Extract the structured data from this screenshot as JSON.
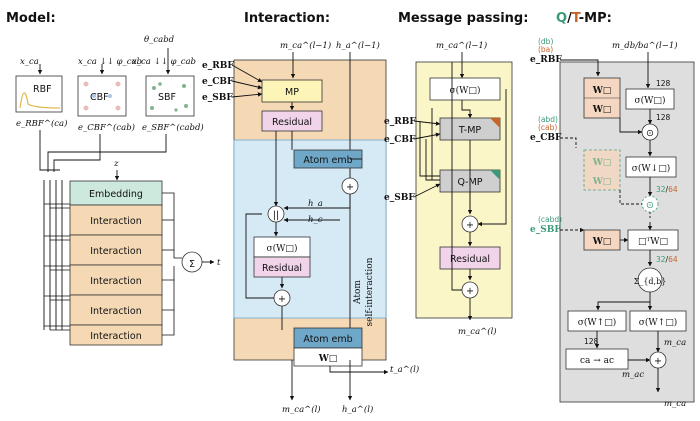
{
  "panels": {
    "model": "Model:",
    "interaction": "Interaction:",
    "message_passing": "Message passing:",
    "qtmp_q": "Q",
    "qtmp_slash": "/",
    "qtmp_t": "T",
    "qtmp_rest": "-MP:"
  },
  "model": {
    "basis": [
      "RBF",
      "CBF",
      "SBF"
    ],
    "inputs": [
      "x_ca",
      "x_ca ↓↓ φ_cab",
      "x_ca ↓↓ φ_cab",
      "θ_cabd"
    ],
    "outputs": [
      "e_RBF^(ca)",
      "e_CBF^(cab)",
      "e_SBF^(cabd)"
    ],
    "z_label": "z",
    "embedding": "Embedding",
    "interactions": [
      "Interaction",
      "Interaction",
      "Interaction",
      "Interaction",
      "Interaction"
    ],
    "sum_symbol": "Σ",
    "t_label": "t"
  },
  "interaction": {
    "in_m": "m_ca^(l−1)",
    "in_h": "h_a^(l−1)",
    "e_labels": [
      "e_RBF",
      "e_CBF",
      "e_SBF"
    ],
    "mp": "MP",
    "residual1": "Residual",
    "atom_emb1": "Atom emb",
    "concat": "||",
    "h_a": "h_a",
    "h_c": "h_c",
    "sigma": "σ(W□)",
    "residual2": "Residual",
    "side_label_1": "Atom",
    "side_label_2": "self-interaction",
    "atom_emb2": "Atom emb",
    "w_box": "W□",
    "t_out": "t_a^(l)",
    "out_m": "m_ca^(l)",
    "out_h": "h_a^(l)"
  },
  "message_passing": {
    "in_m": "m_ca^(l−1)",
    "e_labels": [
      "e_RBF",
      "e_CBF",
      "e_SBF"
    ],
    "sigma": "σ(W□)",
    "tmp": "T-MP",
    "qmp": "Q-MP",
    "residual": "Residual",
    "out_m": "m_ca^(l)"
  },
  "qtmp": {
    "e_rbf_sup": [
      "(db)",
      "(ba)"
    ],
    "e_rbf": "e_RBF",
    "in_m": "m_db/ba^(l−1)",
    "e_cbf_sup": [
      "(abd)",
      "(cab)"
    ],
    "e_cbf": "e_CBF",
    "e_sbf_sup": "(cabd)",
    "e_sbf": "e_SBF",
    "w1": "W□",
    "w2": "W□",
    "sigma1": "σ(W□)",
    "dim128a": "128",
    "dim128b": "128",
    "odot": "⊙",
    "wg1": "W□",
    "wg2": "W□",
    "sigma_down": "σ(W↓□)",
    "dim_32_64a": [
      "32",
      "/",
      "64"
    ],
    "w3": "W□",
    "bilinear": "□ᵀW□",
    "dim_32_64b": [
      "32",
      "/",
      "64"
    ],
    "sum_db": "Σ_{d,b}",
    "sigma_up1": "σ(W↑□)",
    "sigma_up2": "σ(W↑□)",
    "dim128c": "128",
    "m_ca_small": "m_ca",
    "ca_to_ac": "ca → ac",
    "m_ac": "m_ac",
    "out_m": "m_ca"
  },
  "colors": {
    "interaction_bg": "#f5d9b5",
    "self_interaction_bg": "#d6eaf6",
    "mp_panel_bg": "#fbf6c8",
    "qtmp_bg": "#dedede",
    "embedding_green": "#cde9dd",
    "residual_pink": "#f1d4ea",
    "atom_emb_blue": "#6fa7c8",
    "mp_yellow": "#fdf4b7",
    "w_peach": "#f5d7c1",
    "q_green": "#3a9a78",
    "t_orange": "#c8632a",
    "t_mp_gray": "#cfcfcf"
  }
}
